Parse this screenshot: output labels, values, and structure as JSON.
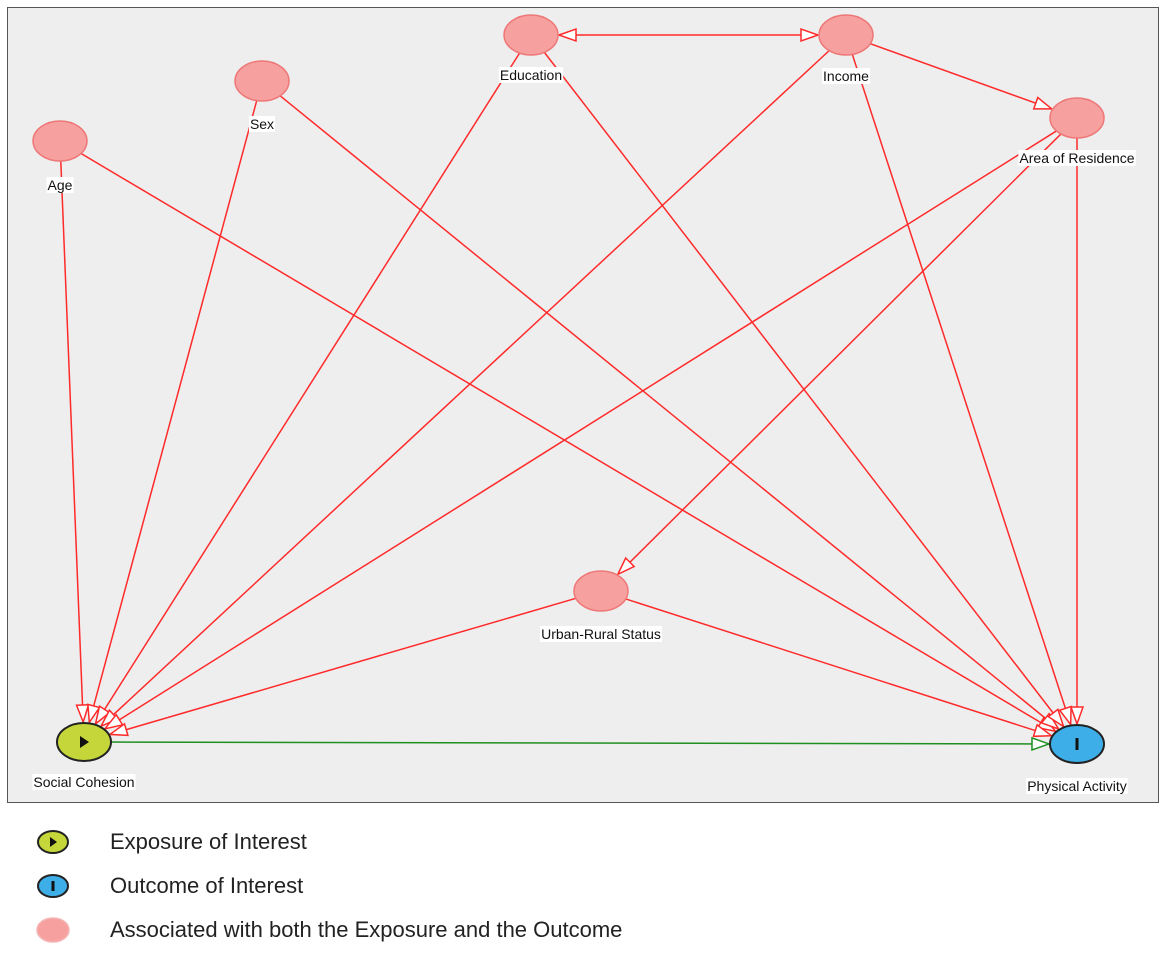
{
  "colors": {
    "background": "#eeeeee",
    "border": "#555555",
    "edge": "#ff2a2a",
    "causal_edge": "#1f8f1f",
    "adjusted_fill": "#f7a0a0",
    "adjusted_stroke": "#ee7777",
    "exposure_fill": "#c5d63a",
    "outcome_fill": "#3eaee8"
  },
  "nodes": {
    "age": {
      "label": "Age",
      "role": "adjusted"
    },
    "sex": {
      "label": "Sex",
      "role": "adjusted"
    },
    "education": {
      "label": "Education",
      "role": "adjusted"
    },
    "income": {
      "label": "Income",
      "role": "adjusted"
    },
    "area": {
      "label": "Area of Residence",
      "role": "adjusted"
    },
    "urban": {
      "label": "Urban-Rural Status",
      "role": "adjusted"
    },
    "social": {
      "label": "Social Cohesion",
      "role": "exposure"
    },
    "physical": {
      "label": "Physical Activity",
      "role": "outcome"
    }
  },
  "edges": [
    {
      "from": "age",
      "to": "social",
      "type": "biasing"
    },
    {
      "from": "age",
      "to": "physical",
      "type": "biasing"
    },
    {
      "from": "sex",
      "to": "social",
      "type": "biasing"
    },
    {
      "from": "sex",
      "to": "physical",
      "type": "biasing"
    },
    {
      "from": "education",
      "to": "social",
      "type": "biasing"
    },
    {
      "from": "education",
      "to": "physical",
      "type": "biasing"
    },
    {
      "from": "income",
      "to": "social",
      "type": "biasing"
    },
    {
      "from": "income",
      "to": "physical",
      "type": "biasing"
    },
    {
      "from": "income",
      "to": "area",
      "type": "biasing"
    },
    {
      "from": "area",
      "to": "social",
      "type": "biasing"
    },
    {
      "from": "area",
      "to": "physical",
      "type": "biasing"
    },
    {
      "from": "area",
      "to": "urban",
      "type": "biasing"
    },
    {
      "from": "urban",
      "to": "social",
      "type": "biasing"
    },
    {
      "from": "urban",
      "to": "physical",
      "type": "biasing"
    },
    {
      "from": "social",
      "to": "physical",
      "type": "causal"
    },
    {
      "from": "education",
      "to": "income",
      "type": "bidirected"
    }
  ],
  "legend": [
    {
      "icon": "exposure-node-icon",
      "text": "Exposure of Interest"
    },
    {
      "icon": "outcome-node-icon",
      "text": "Outcome of Interest"
    },
    {
      "icon": "adjusted-node-icon",
      "text": "Associated with both the Exposure and the Outcome"
    }
  ]
}
